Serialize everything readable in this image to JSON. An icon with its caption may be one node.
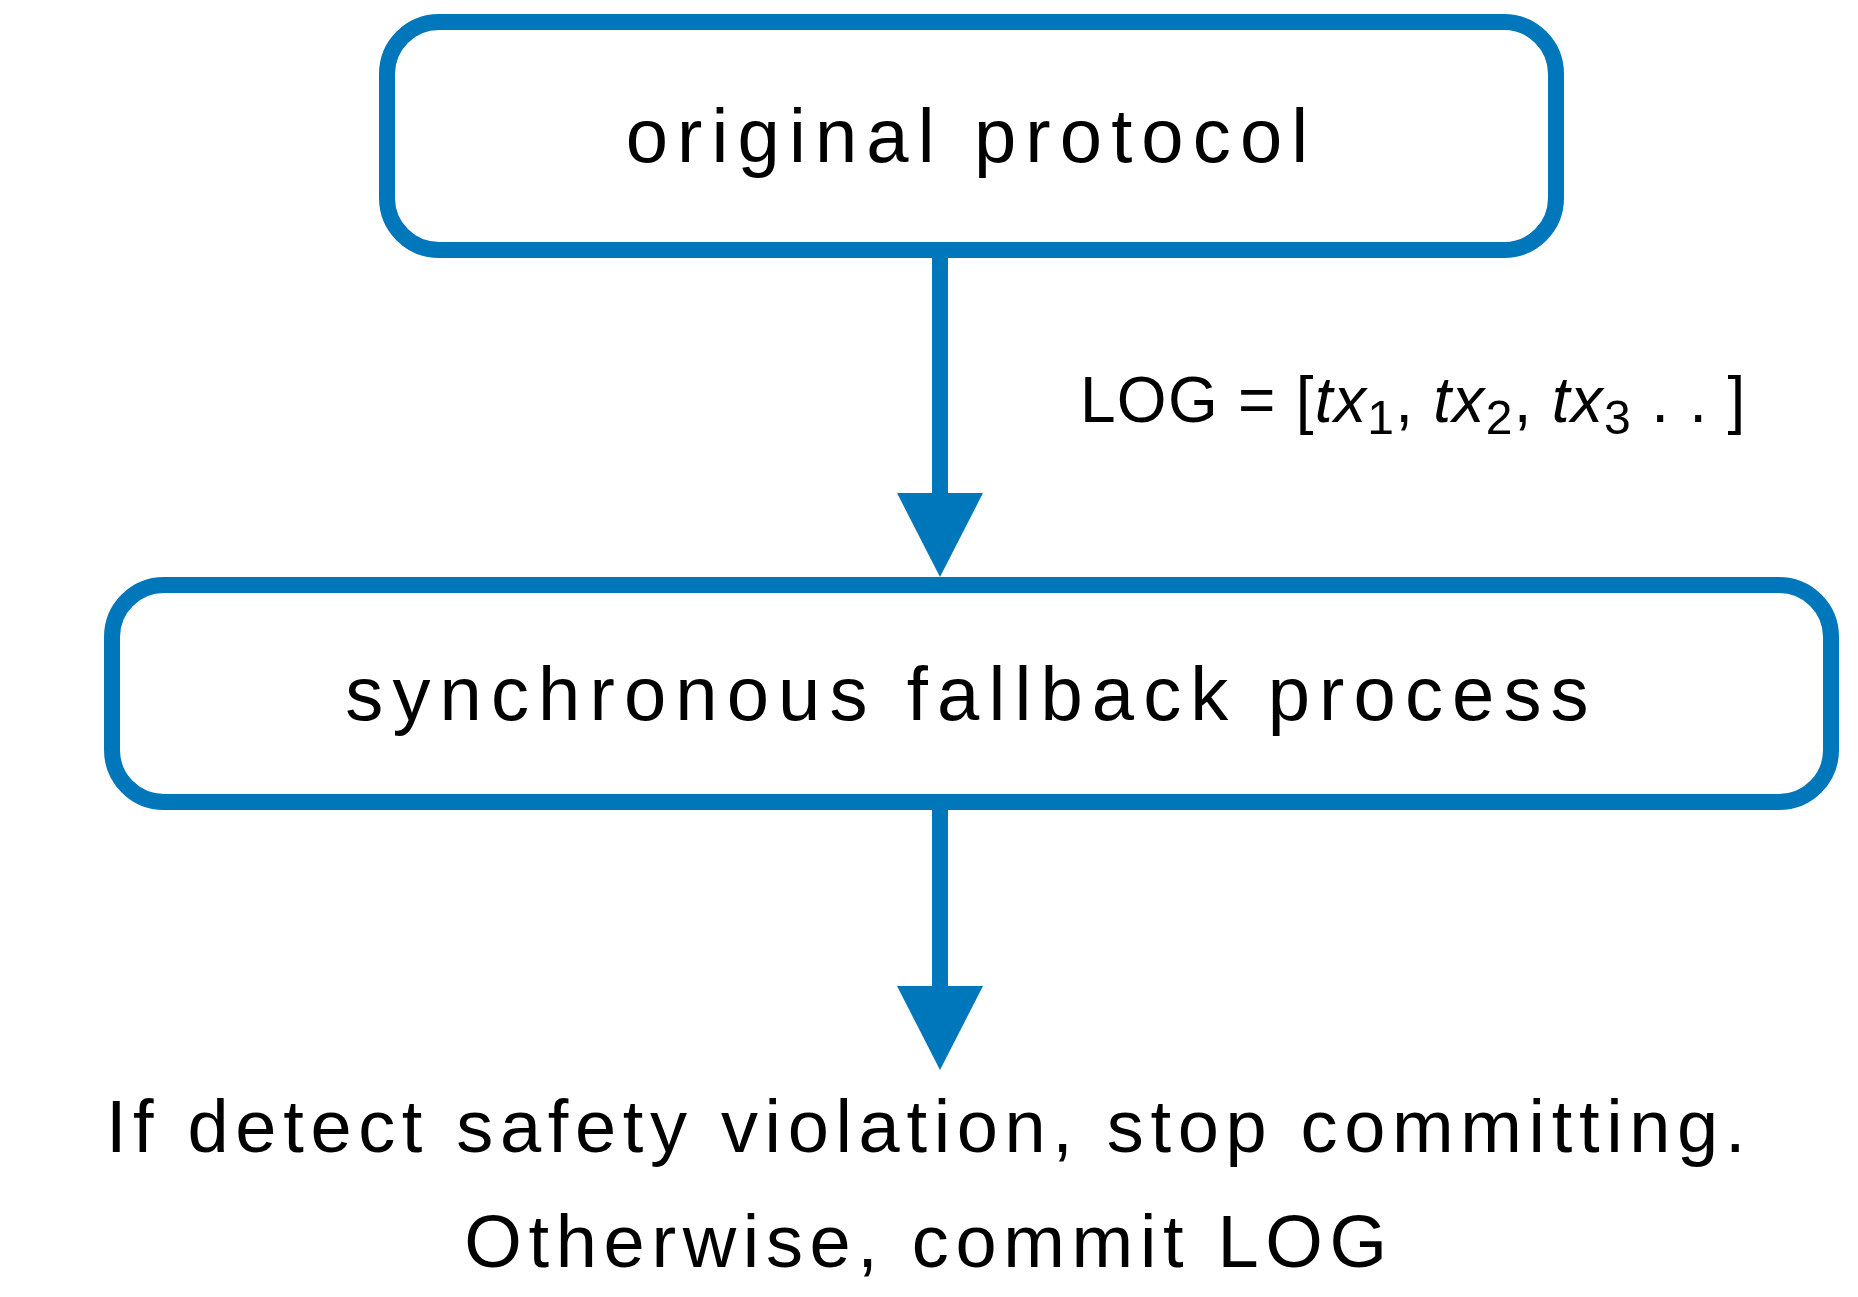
{
  "diagram": {
    "nodes": [
      {
        "text": [
          "original protocol"
        ]
      },
      {
        "text": [
          "synchronous fallback process"
        ]
      },
      {
        "text": [
          "If detect safety violation, stop committing. Otherwise, commit LOG"
        ]
      }
    ],
    "edges": [
      {
        "from": 0,
        "to": 1,
        "arrow": "to",
        "label": "LOG = [*tx*$_{1}$, *tx*$_{2}$, *tx*$_{3}$ . . ]"
      },
      {
        "from": 1,
        "to": 2,
        "arrow": "to"
      }
    ]
  }
}
